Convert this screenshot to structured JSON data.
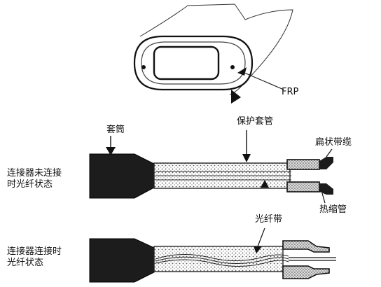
{
  "labels": {
    "frp": "FRP",
    "sleeve": "套筒",
    "protective_tube": "保护套管",
    "ribbon_cable": "扁状带缆",
    "heat_shrink_tube": "热缩管",
    "fiber_ribbon": "光纤带",
    "state_unconnected": [
      "连接器未连接",
      "时光纤状态"
    ],
    "state_connected": [
      "连接器连接时",
      "光纤状态"
    ]
  }
}
